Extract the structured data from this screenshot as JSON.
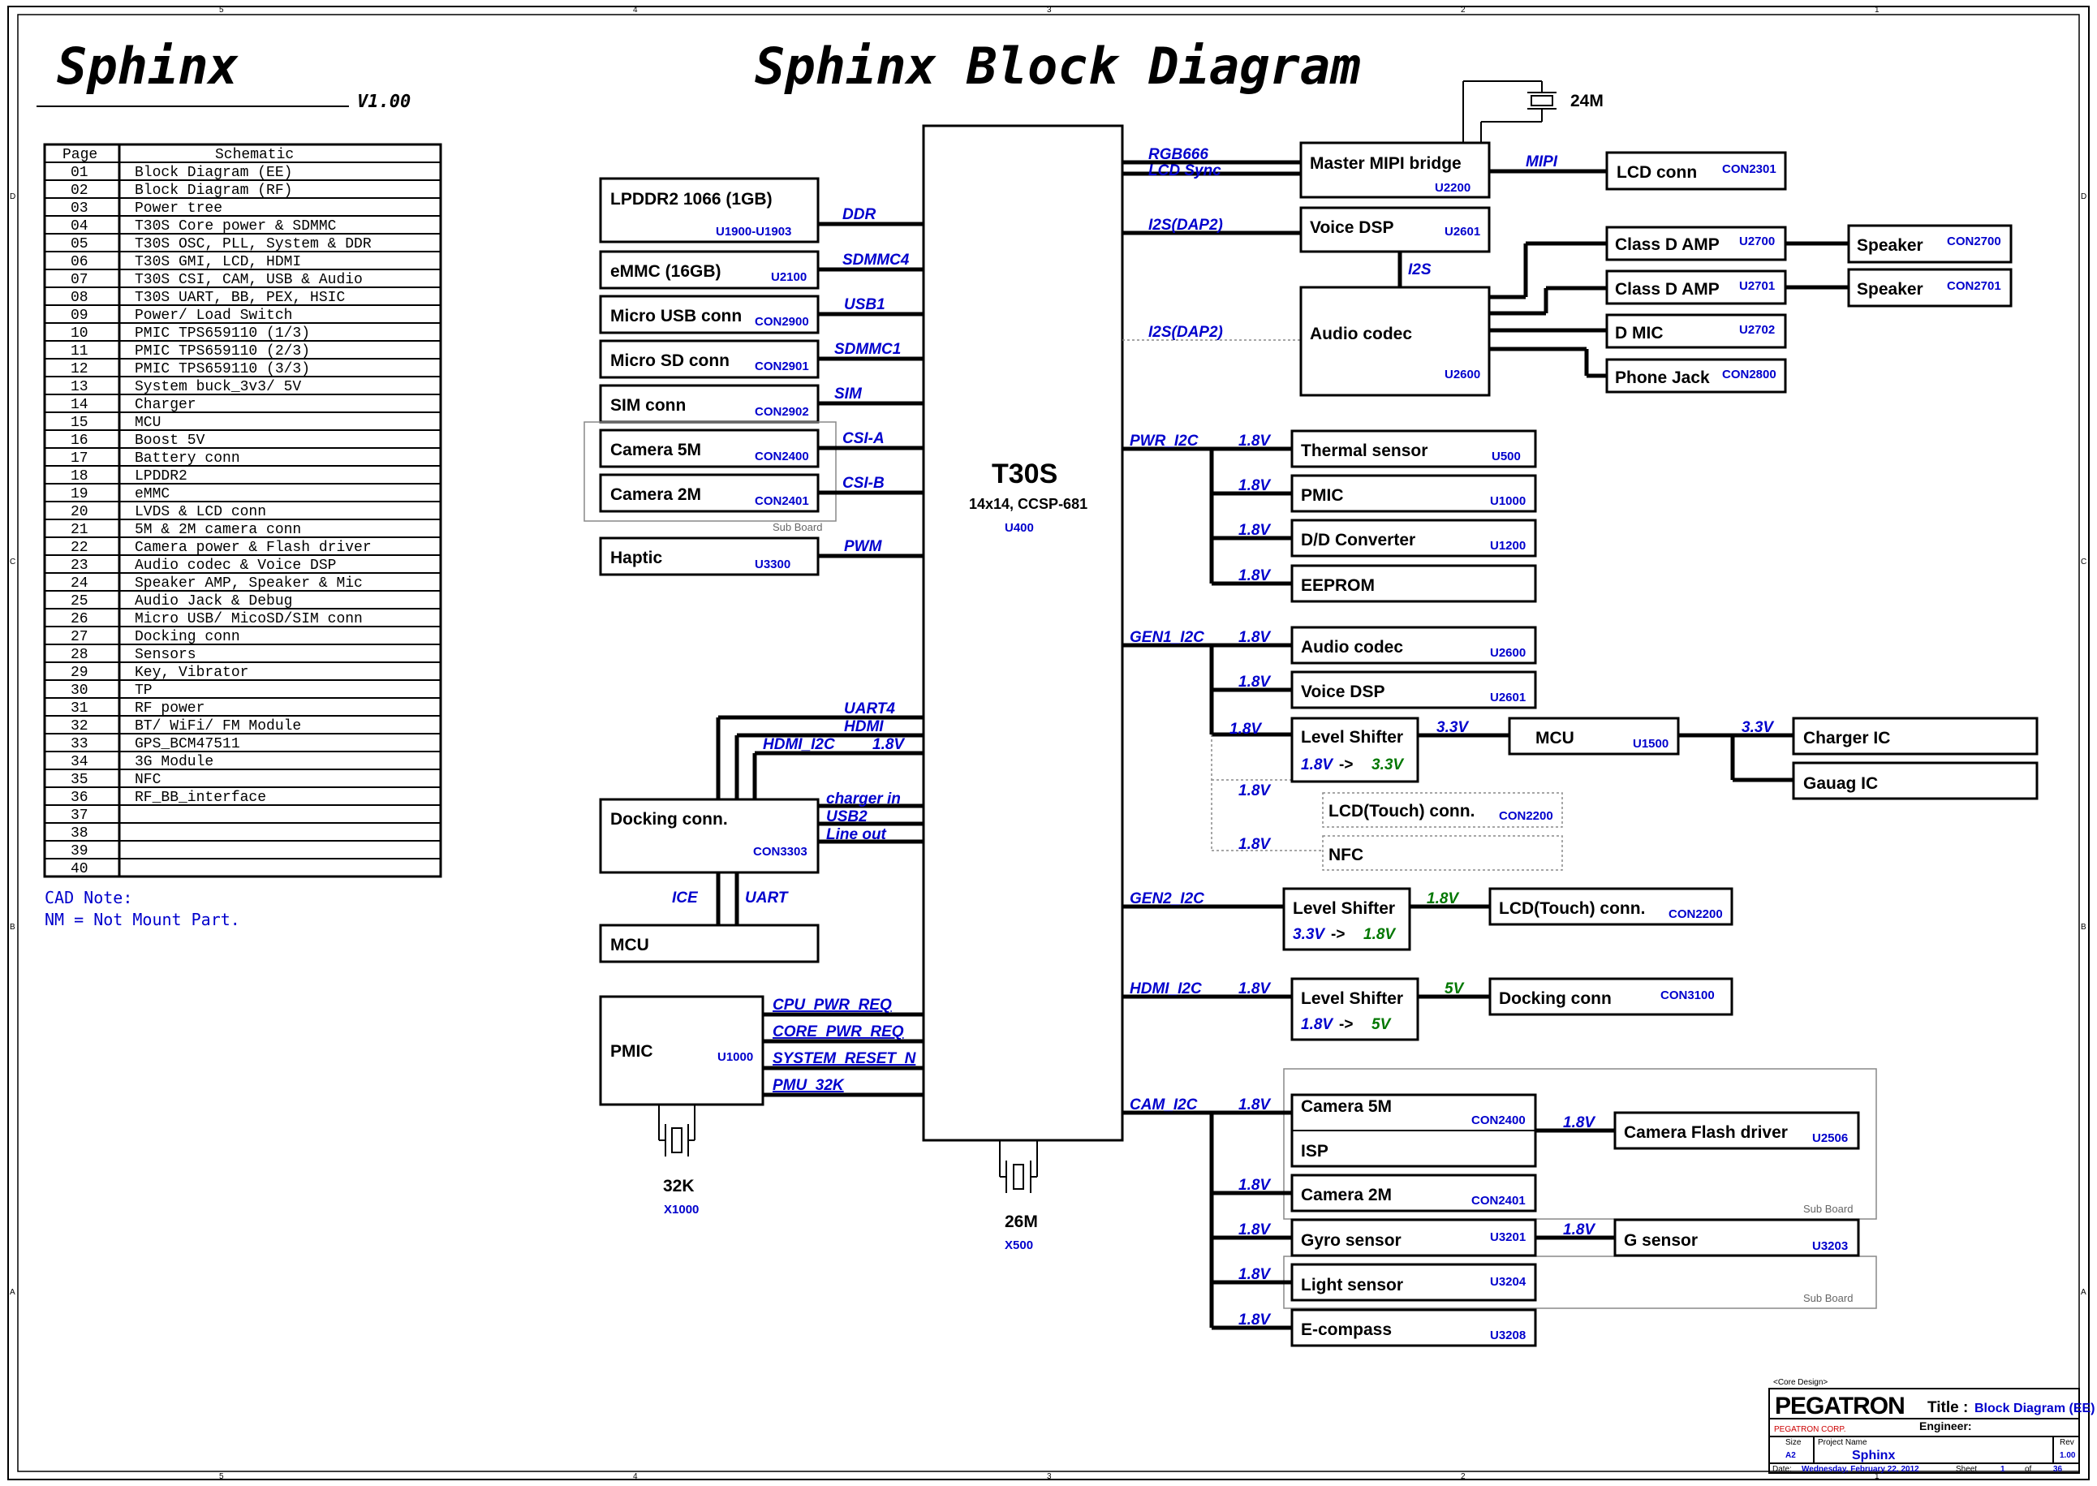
{
  "header": {
    "left_title": "Sphinx",
    "version": "V1.00",
    "main_title": "Sphinx Block Diagram"
  },
  "toc": {
    "col_page": "Page",
    "col_schematic": "Schematic",
    "rows": [
      {
        "page": "01",
        "name": "Block Diagram (EE)"
      },
      {
        "page": "02",
        "name": "Block Diagram (RF)"
      },
      {
        "page": "03",
        "name": "Power tree"
      },
      {
        "page": "04",
        "name": "T30S Core power & SDMMC"
      },
      {
        "page": "05",
        "name": "T30S OSC, PLL, System & DDR"
      },
      {
        "page": "06",
        "name": "T30S GMI, LCD, HDMI"
      },
      {
        "page": "07",
        "name": "T30S CSI, CAM, USB & Audio"
      },
      {
        "page": "08",
        "name": "T30S UART, BB, PEX, HSIC"
      },
      {
        "page": "09",
        "name": "Power/ Load Switch"
      },
      {
        "page": "10",
        "name": "PMIC TPS659110 (1/3)"
      },
      {
        "page": "11",
        "name": "PMIC TPS659110 (2/3)"
      },
      {
        "page": "12",
        "name": "PMIC TPS659110 (3/3)"
      },
      {
        "page": "13",
        "name": "System buck_3v3/ 5V"
      },
      {
        "page": "14",
        "name": "Charger"
      },
      {
        "page": "15",
        "name": "MCU"
      },
      {
        "page": "16",
        "name": "Boost 5V"
      },
      {
        "page": "17",
        "name": "Battery conn"
      },
      {
        "page": "18",
        "name": "LPDDR2"
      },
      {
        "page": "19",
        "name": "eMMC"
      },
      {
        "page": "20",
        "name": "LVDS & LCD conn"
      },
      {
        "page": "21",
        "name": "5M & 2M camera conn"
      },
      {
        "page": "22",
        "name": "Camera power & Flash driver"
      },
      {
        "page": "23",
        "name": "Audio codec & Voice DSP"
      },
      {
        "page": "24",
        "name": "Speaker AMP, Speaker & Mic"
      },
      {
        "page": "25",
        "name": "Audio Jack & Debug"
      },
      {
        "page": "26",
        "name": "Micro USB/ MicoSD/SIM conn"
      },
      {
        "page": "27",
        "name": "Docking conn"
      },
      {
        "page": "28",
        "name": "Sensors"
      },
      {
        "page": "29",
        "name": "Key, Vibrator"
      },
      {
        "page": "30",
        "name": "TP"
      },
      {
        "page": "31",
        "name": "RF power"
      },
      {
        "page": "32",
        "name": "BT/ WiFi/ FM Module"
      },
      {
        "page": "33",
        "name": "GPS_BCM47511"
      },
      {
        "page": "34",
        "name": "3G Module"
      },
      {
        "page": "35",
        "name": "NFC"
      },
      {
        "page": "36",
        "name": "RF_BB_interface"
      },
      {
        "page": "37",
        "name": ""
      },
      {
        "page": "38",
        "name": ""
      },
      {
        "page": "39",
        "name": ""
      },
      {
        "page": "40",
        "name": ""
      }
    ]
  },
  "cad_note": {
    "line1": "CAD Note:",
    "line2": "NM = Not Mount Part."
  },
  "cpu": {
    "name": "T30S",
    "package": "14x14, CCSP-681",
    "ref": "U400"
  },
  "left_blocks": {
    "lpddr2": {
      "name": "LPDDR2 1066 (1GB)",
      "ref": "U1900-U1903",
      "signal": "DDR"
    },
    "emmc": {
      "name": "eMMC (16GB)",
      "ref": "U2100",
      "signal": "SDMMC4"
    },
    "micro_usb": {
      "name": "Micro USB conn",
      "ref": "CON2900",
      "signal": "USB1"
    },
    "micro_sd": {
      "name": "Micro SD conn",
      "ref": "CON2901",
      "signal": "SDMMC1"
    },
    "sim": {
      "name": "SIM conn",
      "ref": "CON2902",
      "signal": "SIM"
    },
    "cam5m": {
      "name": "Camera 5M",
      "ref": "CON2400",
      "signal": "CSI-A"
    },
    "cam2m": {
      "name": "Camera 2M",
      "ref": "CON2401",
      "signal": "CSI-B"
    },
    "sub_board": "Sub Board",
    "haptic": {
      "name": "Haptic",
      "ref": "U3300",
      "signal": "PWM"
    },
    "docking": {
      "name": "Docking conn.",
      "ref": "CON3303"
    },
    "dock_signals": {
      "uart4": "UART4",
      "hdmi": "HDMI",
      "hdmi_i2c": "HDMI_I2C",
      "hdmi_i2c_v": "1.8V",
      "charger_in": "charger in",
      "usb2": "USB2",
      "line_out": "Line out",
      "ice": "ICE",
      "uart": "UART"
    },
    "mcu": {
      "name": "MCU"
    },
    "pmic": {
      "name": "PMIC",
      "ref": "U1000"
    },
    "pmic_signals": {
      "cpu_pwr": "CPU_PWR_REQ",
      "core_pwr": "CORE_PWR_REQ",
      "sys_reset": "SYSTEM_RESET_N",
      "pmu_32k": "PMU_32K"
    },
    "xtal_32k": {
      "freq": "32K",
      "ref": "X1000"
    },
    "xtal_26m": {
      "freq": "26M",
      "ref": "X500"
    }
  },
  "right_top": {
    "rgb": "RGB666",
    "lcd_sync": "LCD Sync",
    "mipi_bridge": {
      "name": "Master MIPI bridge",
      "ref": "U2200"
    },
    "xtal_24m": "24M",
    "mipi": "MIPI",
    "lcd_conn": {
      "name": "LCD conn",
      "ref": "CON2301"
    },
    "i2s_dap2_a": "I2S(DAP2)",
    "voice_dsp": {
      "name": "Voice DSP",
      "ref": "U2601"
    },
    "i2s": "I2S",
    "i2s_dap2_b": "I2S(DAP2)",
    "audio_codec": {
      "name": "Audio codec",
      "ref": "U2600"
    },
    "classd1": {
      "name": "Class D AMP",
      "ref": "U2700"
    },
    "classd2": {
      "name": "Class D AMP",
      "ref": "U2701"
    },
    "dmic": {
      "name": "D MIC",
      "ref": "U2702"
    },
    "phone_jack": {
      "name": "Phone Jack",
      "ref": "CON2800"
    },
    "speaker1": {
      "name": "Speaker",
      "ref": "CON2700"
    },
    "speaker2": {
      "name": "Speaker",
      "ref": "CON2701"
    }
  },
  "pwr_i2c": {
    "bus": "PWR_I2C",
    "v": "1.8V",
    "items": [
      {
        "name": "Thermal sensor",
        "ref": "U500",
        "v": "1.8V"
      },
      {
        "name": "PMIC",
        "ref": "U1000",
        "v": "1.8V"
      },
      {
        "name": "D/D Converter",
        "ref": "U1200",
        "v": "1.8V"
      },
      {
        "name": "EEPROM",
        "ref": "",
        "v": "1.8V"
      }
    ]
  },
  "gen1_i2c": {
    "bus": "GEN1_I2C",
    "v": "1.8V",
    "audio_codec": {
      "name": "Audio codec",
      "ref": "U2600"
    },
    "voice_dsp": {
      "name": "Voice DSP",
      "ref": "U2601",
      "v": "1.8V"
    },
    "level_shifter": {
      "name": "Level Shifter",
      "in_v": "1.8V",
      "arrow": "->",
      "out_v": "3.3V",
      "v": "1.8V"
    },
    "ls_out": "3.3V",
    "mcu": {
      "name": "MCU",
      "ref": "U1500"
    },
    "mcu_out": "3.3V",
    "charger_ic": "Charger IC",
    "gauge_ic": "Gauag IC",
    "lcd_touch": {
      "name": "LCD(Touch) conn.",
      "ref": "CON2200",
      "v": "1.8V"
    },
    "nfc": {
      "name": "NFC",
      "v": "1.8V"
    }
  },
  "gen2_i2c": {
    "bus": "GEN2_I2C",
    "level_shifter": {
      "name": "Level Shifter",
      "in_v": "3.3V",
      "arrow": "->",
      "out_v": "1.8V"
    },
    "out_v": "1.8V",
    "lcd_touch": {
      "name": "LCD(Touch) conn.",
      "ref": "CON2200"
    }
  },
  "hdmi_i2c": {
    "bus": "HDMI_I2C",
    "v": "1.8V",
    "level_shifter": {
      "name": "Level Shifter",
      "in_v": "1.8V",
      "arrow": "->",
      "out_v": "5V"
    },
    "out_v": "5V",
    "docking": {
      "name": "Docking conn",
      "ref": "CON3100"
    }
  },
  "cam_i2c": {
    "bus": "CAM_I2C",
    "v": "1.8V",
    "cam5m": {
      "name": "Camera 5M",
      "ref": "CON2400"
    },
    "isp": "ISP",
    "flash_v": "1.8V",
    "flash": {
      "name": "Camera Flash driver",
      "ref": "U2506"
    },
    "cam2m": {
      "name": "Camera 2M",
      "ref": "CON2401",
      "v": "1.8V"
    },
    "sub_board_a": "Sub Board",
    "gyro": {
      "name": "Gyro sensor",
      "ref": "U3201",
      "v": "1.8V"
    },
    "g_v": "1.8V",
    "gsensor": {
      "name": "G sensor",
      "ref": "U3203"
    },
    "light": {
      "name": "Light sensor",
      "ref": "U3204",
      "v": "1.8V"
    },
    "sub_board_b": "Sub Board",
    "ecompass": {
      "name": "E-compass",
      "ref": "U3208",
      "v": "1.8V"
    }
  },
  "title_block": {
    "core_design": "<Core Design>",
    "company": "PEGATRON",
    "corp": "PEGATRON CORP.",
    "title_label": "Title :",
    "title_value": "Block Diagram (EE)",
    "engineer_label": "Engineer:",
    "size_label": "Size",
    "size_value": "A2",
    "project_label": "Project Name",
    "project_value": "Sphinx",
    "rev_label": "Rev",
    "rev_value": "1.00",
    "date_label": "Date:",
    "date_value": "Wednesday, February 22, 2012",
    "sheet_label": "Sheet",
    "sheet_value": "1",
    "of_label": "of",
    "of_value": "36"
  },
  "border": {
    "top_marks": [
      "5",
      "4",
      "3",
      "2",
      "1"
    ],
    "side_marks": [
      "D",
      "C",
      "B",
      "A"
    ]
  }
}
